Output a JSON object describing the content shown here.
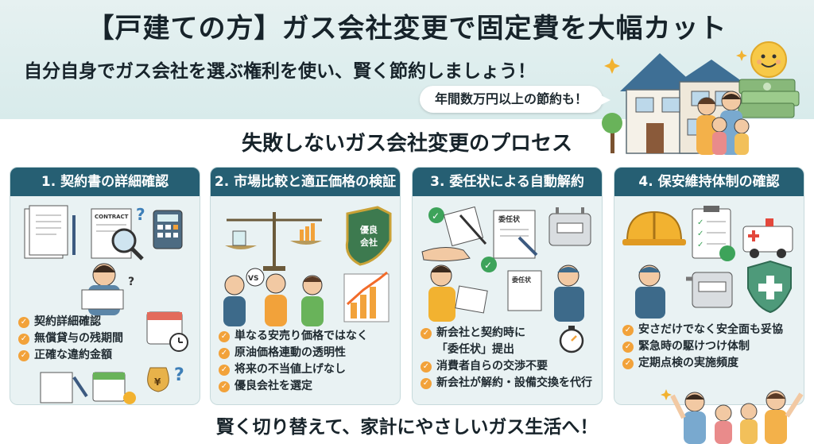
{
  "header": {
    "title": "【戸建ての方】ガス会社変更で固定費を大幅カット",
    "subtitle": "自分自身でガス会社を選ぶ権利を使い、賢く節約しましょう！",
    "bubble": "年間数万円以上の節約も！"
  },
  "process_title": "失敗しないガス会社変更のプロセス",
  "cards": [
    {
      "heading": "1. 契約書の詳細確認",
      "art_label": "CONTRACT",
      "bullets": [
        "契約詳細確認",
        "無償貸与の残期間",
        "正確な違約金額"
      ]
    },
    {
      "heading": "2. 市場比較と適正価格の検証",
      "badge": [
        "優良",
        "会社"
      ],
      "vs_label": "VS",
      "bullets": [
        "単なる安売り価格ではなく",
        "原油価格連動の透明性",
        "将来の不当値上げなし",
        "優良会社を選定"
      ]
    },
    {
      "heading": "3. 委任状による自動解約",
      "doc_label": "委任状",
      "bullets": [
        "新会社と契約時に",
        "「委任状」提出",
        "消費者自らの交渉不要",
        "新会社が解約・設備交換を代行"
      ]
    },
    {
      "heading": "4. 保安維持体制の確認",
      "bullets": [
        "安さだけでなく安全面も妥協",
        "緊急時の駆けつけ体制",
        "定期点検の実施頻度"
      ]
    }
  ],
  "footer": "賢く切り替えて、家計にやさしいガス生活へ！",
  "colors": {
    "card_header": "#265f73",
    "check": "#f2a23a",
    "hero_bg": "#e0eeee",
    "card_bg": "#e9f2f3"
  },
  "icons": [
    "house-icon",
    "sun-smile-icon",
    "money-stack-icon",
    "family-icon",
    "documents-icon",
    "magnifier-icon",
    "calculator-icon",
    "calendar-icon",
    "money-bag-icon",
    "scale-icon",
    "shield-badge-icon",
    "growth-chart-icon",
    "handshake-signature-icon",
    "gas-meter-icon",
    "stopwatch-icon",
    "helmet-icon",
    "checklist-icon",
    "ambulance-icon",
    "shield-cross-icon",
    "worker-icon"
  ]
}
